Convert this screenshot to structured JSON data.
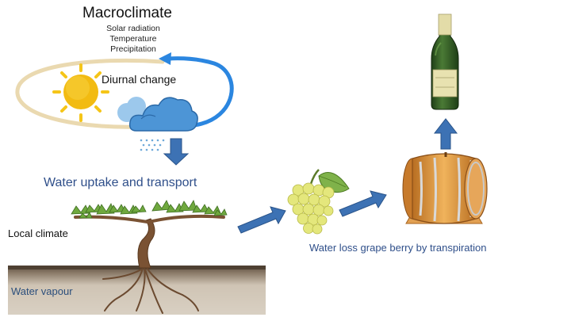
{
  "macroclimate": {
    "title": "Macroclimate",
    "items": [
      "Solar radiation",
      "Temperature",
      "Precipitation"
    ]
  },
  "cycle_label": "Diurnal change",
  "water_uptake_label": "Water uptake and transport",
  "local_climate_label": "Local climate",
  "soil_label": "Water vapour",
  "water_loss_label": "Water loss grape berry by transpiration",
  "icons": [
    "sun-icon",
    "cloud-icon",
    "rain-icon",
    "grapevine-icon",
    "grape-bunch-icon",
    "barrel-icon",
    "wine-bottle-icon"
  ],
  "colors": {
    "cycle_blue": "#2b86e0",
    "cycle_beige": "#ead9b0",
    "arrow_blue": "#3d72b4",
    "text_blue": "#2f4f8a",
    "sun": "#f5c518",
    "cloud": "#5aa0db",
    "soil_dark": "#5b4b3c",
    "soil_light": "#cfc4b4",
    "grape": "#e2e57a",
    "barrel": "#d8923c",
    "bottle": "#2f5a24"
  }
}
